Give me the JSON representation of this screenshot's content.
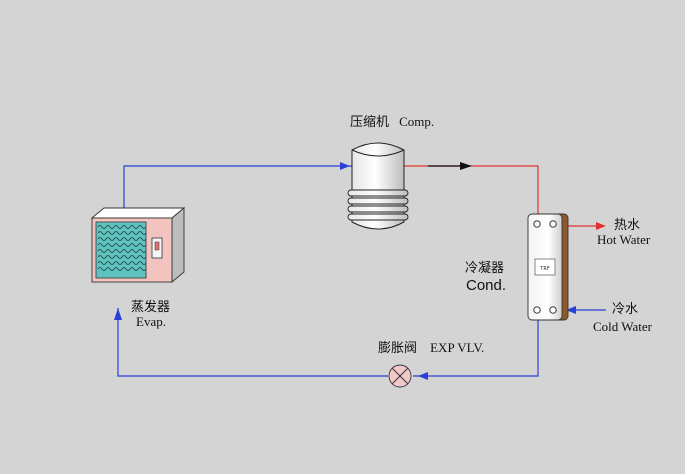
{
  "colors": {
    "background": "#d4d4d4",
    "cold_line": "#2a3fd6",
    "hot_line": "#e23030",
    "evaporator_coil": "#5fc4c0",
    "evaporator_body": "#f2c3bf"
  },
  "components": {
    "compressor": {
      "label_cn": "压缩机",
      "label_en": "Comp."
    },
    "condenser": {
      "label_cn": "冷凝器",
      "label_en": "Cond.",
      "badge": "TRF"
    },
    "evaporator": {
      "label_cn": "蒸发器",
      "label_en": "Evap."
    },
    "expansion_valve": {
      "label_cn": "膨胀阀",
      "label_en": "EXP VLV."
    }
  },
  "ports": {
    "hot_water": {
      "label_cn": "热水",
      "label_en": "Hot Water"
    },
    "cold_water": {
      "label_cn": "冷水",
      "label_en": "Cold Water"
    }
  }
}
